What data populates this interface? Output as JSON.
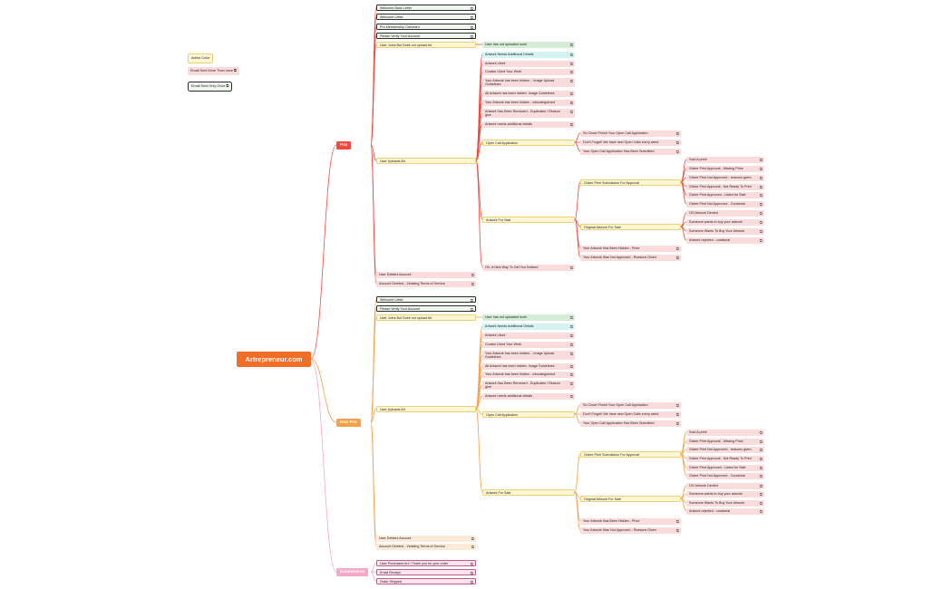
{
  "root": {
    "label": "Artrepreneur.com"
  },
  "legend": [
    {
      "label": "Active Color",
      "style": "yellow",
      "icon": false
    },
    {
      "label": "Email Sent More Than once",
      "style": "red",
      "icon": true
    },
    {
      "label": "Email Sent Only Once",
      "style": "black",
      "icon": true
    }
  ],
  "colors": {
    "pro": "#f04a3f",
    "nonpro": "#f6a04a",
    "ecommerce": "#f6a8c8",
    "root": "#f06e26"
  },
  "ext_icon": "external-link-icon",
  "sections": [
    {
      "key": "pro",
      "label": "Pro",
      "top_items": [
        {
          "label": "Welcome Back Letter",
          "style": "black"
        },
        {
          "label": "Welcome Letter",
          "style": "black"
        },
        {
          "label": "Pro Membership Canceled",
          "style": "black"
        },
        {
          "label": "Please Verify Your Account",
          "style": "black"
        },
        {
          "label": "User Joins But Does not upload Art",
          "style": "yellow",
          "child": {
            "label": "User has not uploaded work",
            "style": "green"
          }
        }
      ],
      "uploads": {
        "label": "User Uploads Art",
        "items": [
          {
            "label": "Artwork Needs Additional Details",
            "style": "cyan"
          },
          {
            "label": "Artwork Liked",
            "style": "red"
          },
          {
            "label": "Curator Liked Your Work",
            "style": "red"
          },
          {
            "label": "Your Artwork has been hidden. - Image Upload Guidelines",
            "style": "red",
            "tall": true
          },
          {
            "label": "All Artwork has been hidden. Image Guidelines",
            "style": "red"
          },
          {
            "label": "Your Artwork has been hidden - miscategorized",
            "style": "red"
          },
          {
            "label": "Artwork Has Been Removed - Duplicates / Reason give",
            "style": "red",
            "tall": true
          },
          {
            "label": "Artwork needs additional details",
            "style": "red"
          }
        ],
        "open_call": {
          "label": "Open Call Application",
          "items": [
            {
              "label": "So Close! Finish Your Open Call Application",
              "style": "red"
            },
            {
              "label": "Don't Forget! We have new Open Calls every week",
              "style": "red"
            },
            {
              "label": "Your Open Call Application Has Been Submitted",
              "style": "red"
            }
          ]
        },
        "for_sale": {
          "label": "Artwork For Sale",
          "giclee": {
            "label": "Giclee Print Submission For Approval",
            "items": [
              "Sold A print!",
              "Giclee Print Approval - Missing Price",
              "Giclee Print Not Approved - reasons given",
              "Giclee Print Approval - Not Ready To Print",
              "Giclee Print Approved - Listed for Sale",
              "Giclee Print Not Approved - Curatorial"
            ]
          },
          "original": {
            "label": "Original Artwork For Sale",
            "items": [
              "OG Artwork Denied",
              "Someone wants to buy your artwork",
              "Someone Wants To Buy Your Artwork",
              "Artwork rejected - curatorial"
            ]
          },
          "items": [
            "Your Artwork Has Been Hidden - Price",
            "Your Artwork Was Not Approved - Reasons Given"
          ]
        },
        "extra": {
          "label": "Oh- A New Way To Get You Noticed",
          "style": "red"
        }
      },
      "bottom_items": [
        {
          "label": "User Deletes Account",
          "style": "red"
        },
        {
          "label": "Account Deleted - Violating Terms of Service",
          "style": "red"
        }
      ]
    },
    {
      "key": "nonpro",
      "label": "Non Pro",
      "top_items": [
        {
          "label": "Welcome Letter",
          "style": "black"
        },
        {
          "label": "Please Verify Your Account",
          "style": "black"
        },
        {
          "label": "User Joins But Does not upload Art",
          "style": "yellow",
          "child": {
            "label": "User has not uploaded work",
            "style": "green"
          }
        }
      ],
      "uploads": {
        "label": "User Uploads Art",
        "items": [
          {
            "label": "Artwork Needs Additional Details",
            "style": "cyan"
          },
          {
            "label": "Artwork Liked",
            "style": "red"
          },
          {
            "label": "Curator Liked Your Work",
            "style": "red"
          },
          {
            "label": "Your Artwork has been hidden. - Image Upload Guidelines",
            "style": "red",
            "tall": true
          },
          {
            "label": "All Artwork has been hidden. Image Guidelines",
            "style": "red"
          },
          {
            "label": "Your Artwork has been hidden - miscategorized",
            "style": "red"
          },
          {
            "label": "Artwork Has Been Removed - Duplicates / Reason give",
            "style": "red",
            "tall": true
          },
          {
            "label": "Artwork needs additional details",
            "style": "red"
          }
        ],
        "open_call": {
          "label": "Open Call Application",
          "items": [
            {
              "label": "So Close! Finish Your Open Call Application",
              "style": "red"
            },
            {
              "label": "Don't Forget! We have new Open Calls every week",
              "style": "red"
            },
            {
              "label": "Your Open Call Application Has Been Submitted",
              "style": "red"
            }
          ]
        },
        "for_sale": {
          "label": "Artwork For Sale",
          "giclee": {
            "label": "Giclee Print Submission For Approval",
            "items": [
              "Sold A print!",
              "Giclee Print Approval - Missing Price",
              "Giclee Print Not Approved - reasons given",
              "Giclee Print Approval - Not Ready To Print",
              "Giclee Print Approved - Listed for Sale",
              "Giclee Print Not Approved - Curatorial"
            ]
          },
          "original": {
            "label": "Original Artwork For Sale",
            "items": [
              "OG Artwork Denied",
              "Someone wants to buy your artwork",
              "Someone Wants To Buy Your Artwork",
              "Artwork rejected - curatorial"
            ]
          },
          "items": [
            "Your Artwork Has Been Hidden - Price",
            "Your Artwork Was Not Approved - Reasons Given"
          ]
        }
      },
      "bottom_items": [
        {
          "label": "User Deletes Account",
          "style": "peach"
        },
        {
          "label": "Account Deleted - Violating Terms of Service",
          "style": "peach"
        }
      ]
    },
    {
      "key": "ecommerce",
      "label": "Ecommerce",
      "top_items": [
        {
          "label": "User Purchases Art / Thank you for your order",
          "style": "pink"
        },
        {
          "label": "Email Reciept",
          "style": "pink"
        },
        {
          "label": "Order Shipped",
          "style": "pink"
        }
      ]
    }
  ]
}
